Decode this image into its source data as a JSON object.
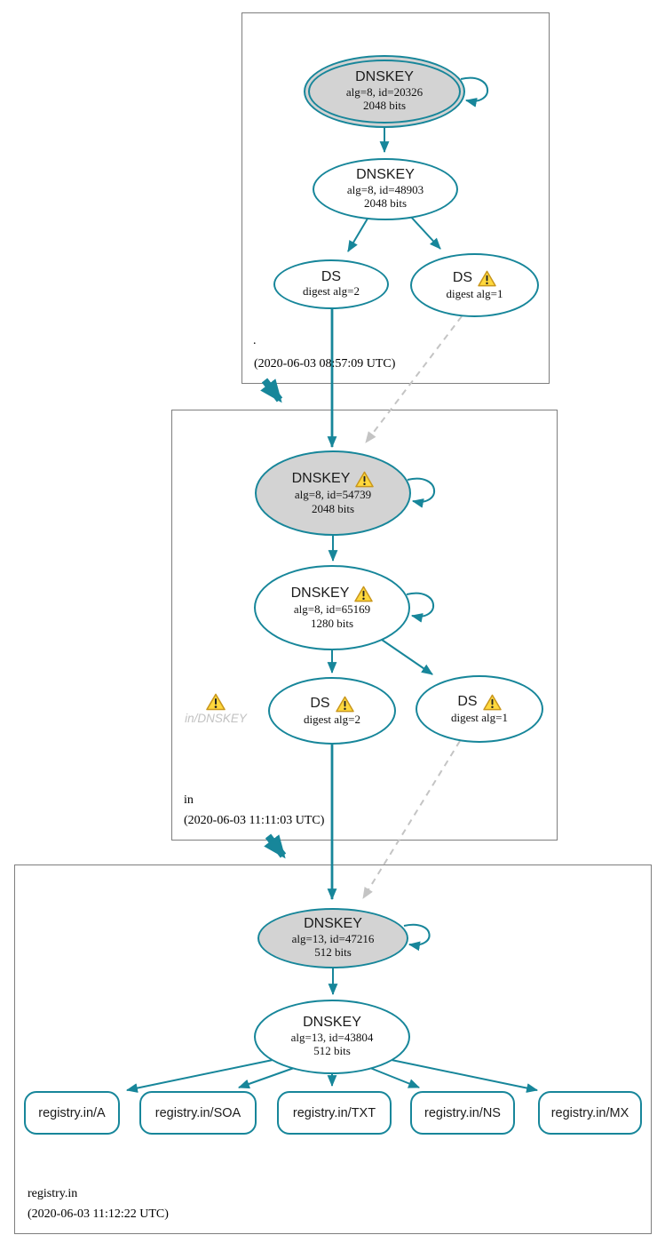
{
  "colors": {
    "accent_teal": "#17869A",
    "node_gray_fill": "#d3d3d3",
    "dashed_gray": "#c4c4c4",
    "zone_border_gray": "#7e7e7e",
    "warning_yellow": "#FFD83D",
    "warning_border": "#C9971C"
  },
  "zones": [
    {
      "name": ".",
      "timestamp": "(2020-06-03 08:57:09 UTC)",
      "nodes": {
        "ksk": {
          "label": "DNSKEY",
          "detail1": "alg=8, id=20326",
          "detail2": "2048 bits"
        },
        "zsk": {
          "label": "DNSKEY",
          "detail1": "alg=8, id=48903",
          "detail2": "2048 bits"
        },
        "ds2": {
          "label": "DS",
          "detail1": "digest alg=2"
        },
        "ds1": {
          "label": "DS",
          "detail1": "digest alg=1"
        }
      }
    },
    {
      "name": "in",
      "timestamp": "(2020-06-03 11:11:03 UTC)",
      "ghost_label": "in/DNSKEY",
      "nodes": {
        "ksk": {
          "label": "DNSKEY",
          "detail1": "alg=8, id=54739",
          "detail2": "2048 bits"
        },
        "zsk": {
          "label": "DNSKEY",
          "detail1": "alg=8, id=65169",
          "detail2": "1280 bits"
        },
        "ds2": {
          "label": "DS",
          "detail1": "digest alg=2"
        },
        "ds1": {
          "label": "DS",
          "detail1": "digest alg=1"
        }
      }
    },
    {
      "name": "registry.in",
      "timestamp": "(2020-06-03 11:12:22 UTC)",
      "nodes": {
        "ksk": {
          "label": "DNSKEY",
          "detail1": "alg=13, id=47216",
          "detail2": "512 bits"
        },
        "zsk": {
          "label": "DNSKEY",
          "detail1": "alg=13, id=43804",
          "detail2": "512 bits"
        }
      },
      "rrsets": [
        "registry.in/A",
        "registry.in/SOA",
        "registry.in/TXT",
        "registry.in/NS",
        "registry.in/MX"
      ]
    }
  ]
}
